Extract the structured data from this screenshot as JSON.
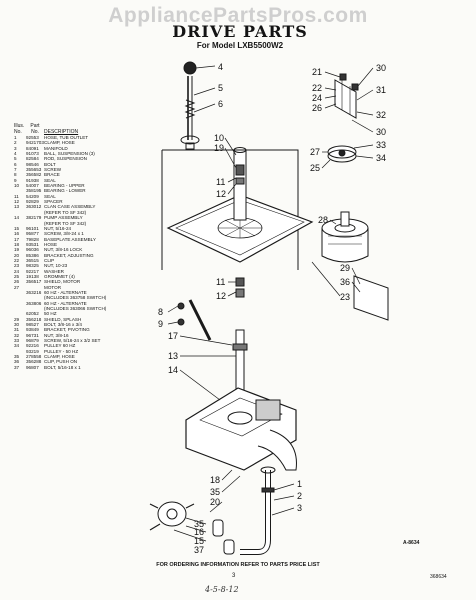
{
  "watermark": "AppliancePartsPros.com",
  "header": {
    "title": "DRIVE PARTS",
    "subtitle": "For Model LXB5500W2"
  },
  "parts_table": {
    "headers": {
      "illus": "Illus.",
      "part": "Part",
      "no1": "No.",
      "no2": "No.",
      "desc": "DESCRIPTION"
    },
    "rows": [
      [
        "1",
        "92553",
        "HOSE, TUB OUTLET"
      ],
      [
        "2",
        "9421703",
        "CLAMP, HOSE"
      ],
      [
        "3",
        "84091",
        "MANIFOLD"
      ],
      [
        "4",
        "91073",
        "BALL, SUSPENSION (3)"
      ],
      [
        "5",
        "82584",
        "ROD, SUSPENSION"
      ],
      [
        "6",
        "98546",
        "BOLT"
      ],
      [
        "7",
        "355653",
        "SCREW"
      ],
      [
        "8",
        "356582",
        "BRACE"
      ],
      [
        "9",
        "91938",
        "SEAL"
      ],
      [
        "10",
        "54007",
        "BEARING - UPPER"
      ],
      [
        "",
        "358195",
        "BEARING - LOWER"
      ],
      [
        "11",
        "54209",
        "SEAL"
      ],
      [
        "12",
        "92829",
        "SPACER"
      ],
      [
        "13",
        "363012",
        "CLAN CASE ASSEMBLY"
      ],
      [
        "",
        "",
        "(REFER TO SF 342)"
      ],
      [
        "14",
        "382179",
        "PUMP ASSEMBLY"
      ],
      [
        "",
        "",
        "(REFER TO SF 342)"
      ],
      [
        "15",
        "96101",
        "NUT, 5/16-24"
      ],
      [
        "16",
        "95877",
        "SCREW, 3/8-24 x 1"
      ],
      [
        "17",
        "79828",
        "BASEPLATE ASSEMBLY"
      ],
      [
        "18",
        "93531",
        "HOSE"
      ],
      [
        "19",
        "96036",
        "NUT, 3/8-16 LOCK"
      ],
      [
        "20",
        "85386",
        "BRACKET, ADJUSTING"
      ],
      [
        "22",
        "36515",
        "CLIP"
      ],
      [
        "23",
        "98325",
        "NUT, 10-23"
      ],
      [
        "24",
        "92217",
        "WASHER"
      ],
      [
        "25",
        "19138",
        "GROMMET (4)"
      ],
      [
        "26",
        "356517",
        "SHIELD, MOTOR"
      ],
      [
        "27",
        "",
        "MOTOR"
      ],
      [
        "",
        "363216",
        "60 HZ - ALTERNATE"
      ],
      [
        "",
        "",
        "(INCLUDES 363758 SWITCH)"
      ],
      [
        "",
        "363806",
        "60 HZ - ALTERNATE"
      ],
      [
        "",
        "",
        "(INCLUDES 363066 SWITCH)"
      ],
      [
        "",
        "62052",
        "50 HZ"
      ],
      [
        "29",
        "356218",
        "SHIELD, SPLASH"
      ],
      [
        "30",
        "98527",
        "BOLT, 3/8-16 x 3/4"
      ],
      [
        "31",
        "93849",
        "BRACKET, PIVOTING"
      ],
      [
        "32",
        "96731",
        "NUT, 3/8-16"
      ],
      [
        "33",
        "96879",
        "SCREW, 5/16-24 x 3/2 SET"
      ],
      [
        "34",
        "92216",
        "PULLEY 60 HZ"
      ],
      [
        "",
        "93219",
        "PULLEY - 50 HZ"
      ],
      [
        "35",
        "278558",
        "CLAMP, HOSE"
      ],
      [
        "36",
        "356288",
        "CLIP, PUSH ON"
      ],
      [
        "37",
        "96807",
        "BOLT, 5/16-18 x 1"
      ]
    ]
  },
  "callouts": {
    "c4": "4",
    "c5": "5",
    "c6": "6",
    "c10": "10",
    "c19a": "19",
    "c11a": "11",
    "c12a": "12",
    "c21": "21",
    "c30a": "30",
    "c22": "22",
    "c24": "24",
    "c26": "26",
    "c31": "31",
    "c32": "32",
    "c30b": "30",
    "c27": "27",
    "c25": "25",
    "c33": "33",
    "c34": "34",
    "c28": "28",
    "c29": "29",
    "c36": "36",
    "c23": "23",
    "c11b": "11",
    "c12b": "12",
    "c8": "8",
    "c9": "9",
    "c17": "17",
    "c13": "13",
    "c14": "14",
    "c18": "18",
    "c35a": "35",
    "c20": "20",
    "c1": "1",
    "c2": "2",
    "c3": "3",
    "c35b": "35",
    "c16": "16",
    "c15": "15",
    "c37": "37"
  },
  "figure_id": "A-8634",
  "footer": "FOR ORDERING INFORMATION REFER TO PARTS PRICE LIST",
  "page_number": "3",
  "doc_number": "368634",
  "handwritten": "4-5-8-12"
}
